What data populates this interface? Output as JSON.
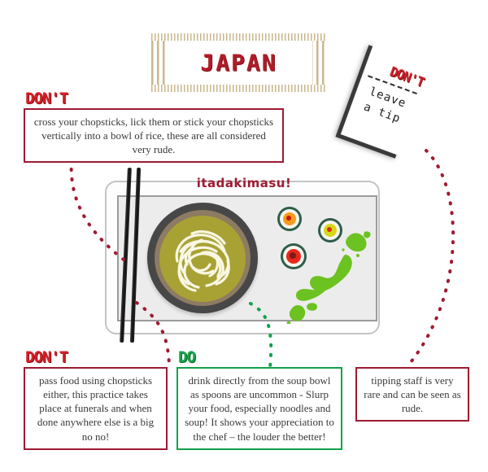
{
  "title": {
    "text": "JAPAN"
  },
  "tray": {
    "greeting": "itadakimasu!",
    "icons": {
      "bowl": "noodle-bowl-icon",
      "chopsticks": "chopsticks-icon",
      "sushi": "sushi-roll-icon",
      "map": "japan-map-icon"
    }
  },
  "tip_card": {
    "heading": "DON'T",
    "line1": "leave",
    "line2": "a tip"
  },
  "tips": [
    {
      "id": "chopstick-rude",
      "label": "DON'T",
      "type": "dont",
      "text": "cross your chopsticks, lick them or stick your chopsticks vertically into a bowl of rice, these are all considered very rude."
    },
    {
      "id": "pass-food",
      "label": "DON'T",
      "type": "dont",
      "text": "pass food using chopsticks either, this practice takes place at funerals and when done anywhere else is a big no no!"
    },
    {
      "id": "slurp-soup",
      "label": "DO",
      "type": "do",
      "text": "drink directly from the soup bowl as spoons are uncommon - Slurp your food, especially noodles and soup! It shows your appreciation to the chef – the louder the better!"
    },
    {
      "id": "tipping",
      "label": "",
      "type": "dont",
      "text": "tipping staff is very rare and can be seen as rude."
    }
  ],
  "colors": {
    "dark_red": "#9e1b32",
    "bright_red": "#d61f26",
    "green": "#12a14b",
    "map_green": "#6cc221",
    "tan": "#c9b58c",
    "broth": "#a8a235",
    "noodle": "#f7f3dc",
    "bowl_rim": "#474747"
  }
}
